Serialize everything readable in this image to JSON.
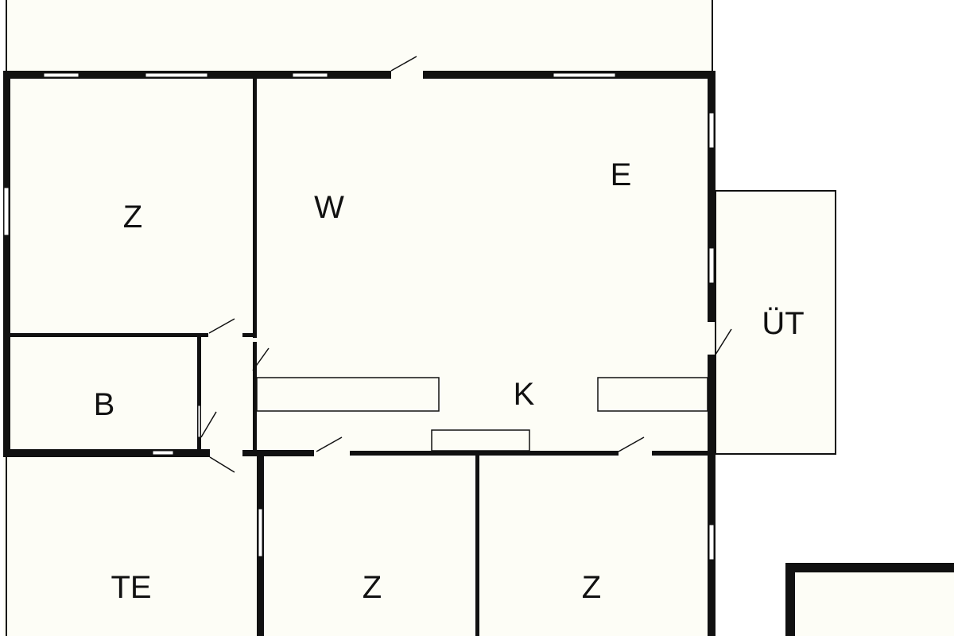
{
  "rooms": {
    "z1": "Z",
    "w": "W",
    "e": "E",
    "ut": "ÜT",
    "b": "B",
    "k": "K",
    "te": "TE",
    "z2": "Z",
    "z3": "Z"
  },
  "colors": {
    "wall": "#111111",
    "floor": "#fdfdf6",
    "background": "#ffffff"
  }
}
